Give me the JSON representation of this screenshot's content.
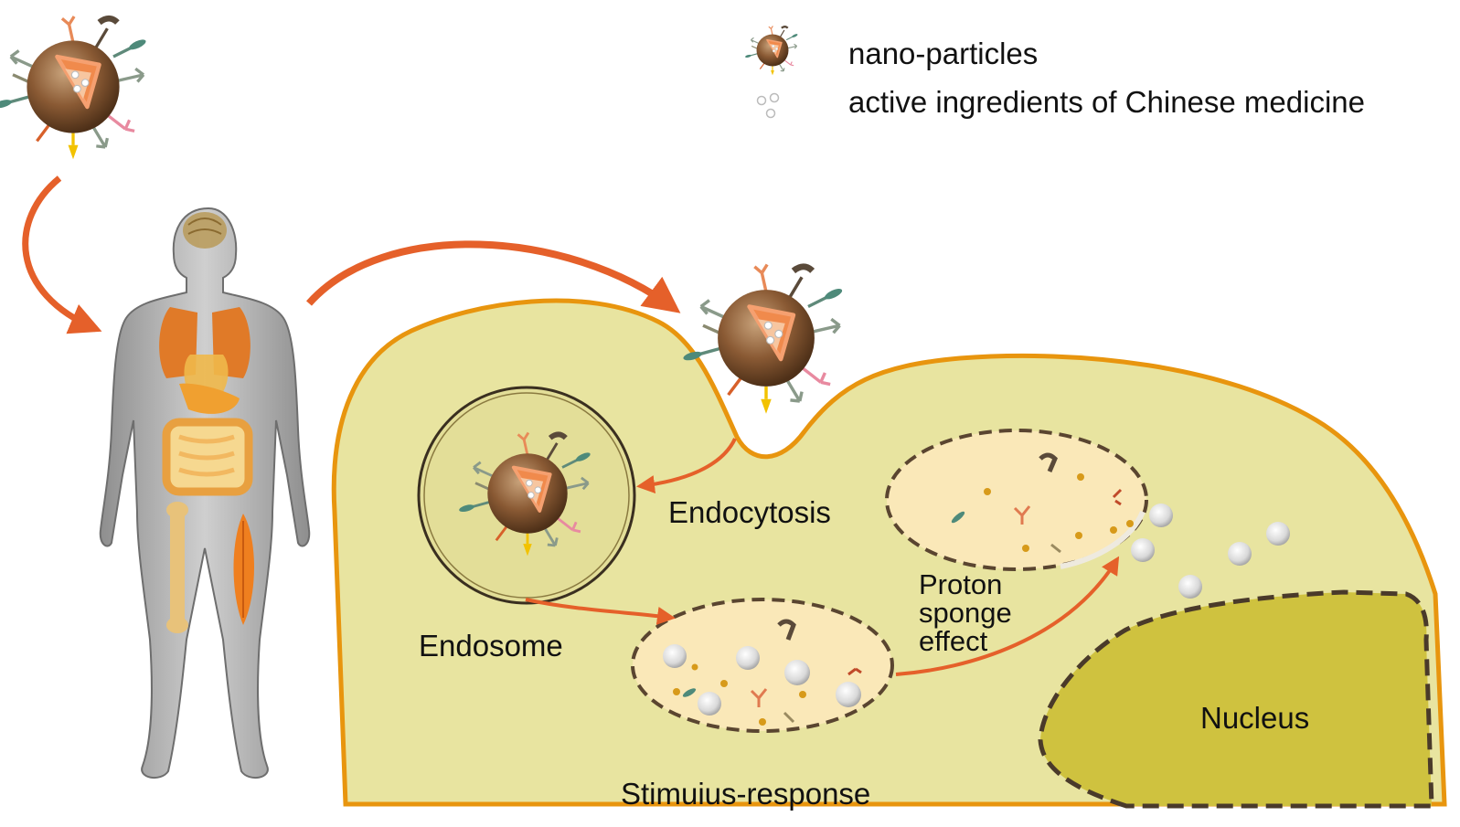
{
  "legend": {
    "nanoparticle_label": "nano-particles",
    "ingredients_label": "active ingredients of Chinese medicine"
  },
  "labels": {
    "endocytosis": "Endocytosis",
    "endosome": "Endosome",
    "proton_line1": "Proton",
    "proton_line2": "sponge",
    "proton_line3": "effect",
    "stimulus": "Stimuius-response",
    "nucleus": "Nucleus"
  },
  "colors": {
    "cell_fill": "#e8e4a0",
    "cell_border": "#e8950e",
    "nucleus_fill": "#cfc23f",
    "dashed_border": "#5a4530",
    "vesicle_fill": "#fae8b8",
    "arrow": "#e5602a",
    "particle_shell": "#8a5a34",
    "particle_core": "#f08a4c"
  },
  "icons": [
    "nanoparticle-icon",
    "ingredient-dots-icon",
    "human-body-icon"
  ]
}
